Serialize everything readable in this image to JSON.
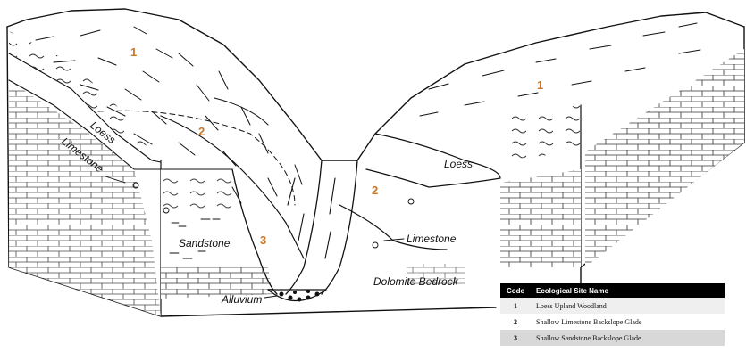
{
  "labels": {
    "loess_left": "Loess",
    "loess_right": "Loess",
    "limestone_left": "Limestone",
    "limestone_right": "Limestone",
    "sandstone": "Sandstone",
    "alluvium": "Alluvium",
    "dolomite": "Dolomite Bedrock"
  },
  "codes": {
    "upland_left": "1",
    "upland_right": "1",
    "slope_left": "2",
    "slope_right": "2",
    "sandstone_glade": "3"
  },
  "legend": {
    "header_code": "Code",
    "header_name": "Ecological Site Name",
    "rows": [
      {
        "code": "1",
        "name": "Loess Upland Woodland"
      },
      {
        "code": "2",
        "name": "Shallow Limestone Backslope Glade"
      },
      {
        "code": "3",
        "name": "Shallow Sandstone Backslope Glade"
      }
    ]
  },
  "colors": {
    "code_color": "#c8772a",
    "line_color": "#111111",
    "legend_header_bg": "#000000"
  }
}
